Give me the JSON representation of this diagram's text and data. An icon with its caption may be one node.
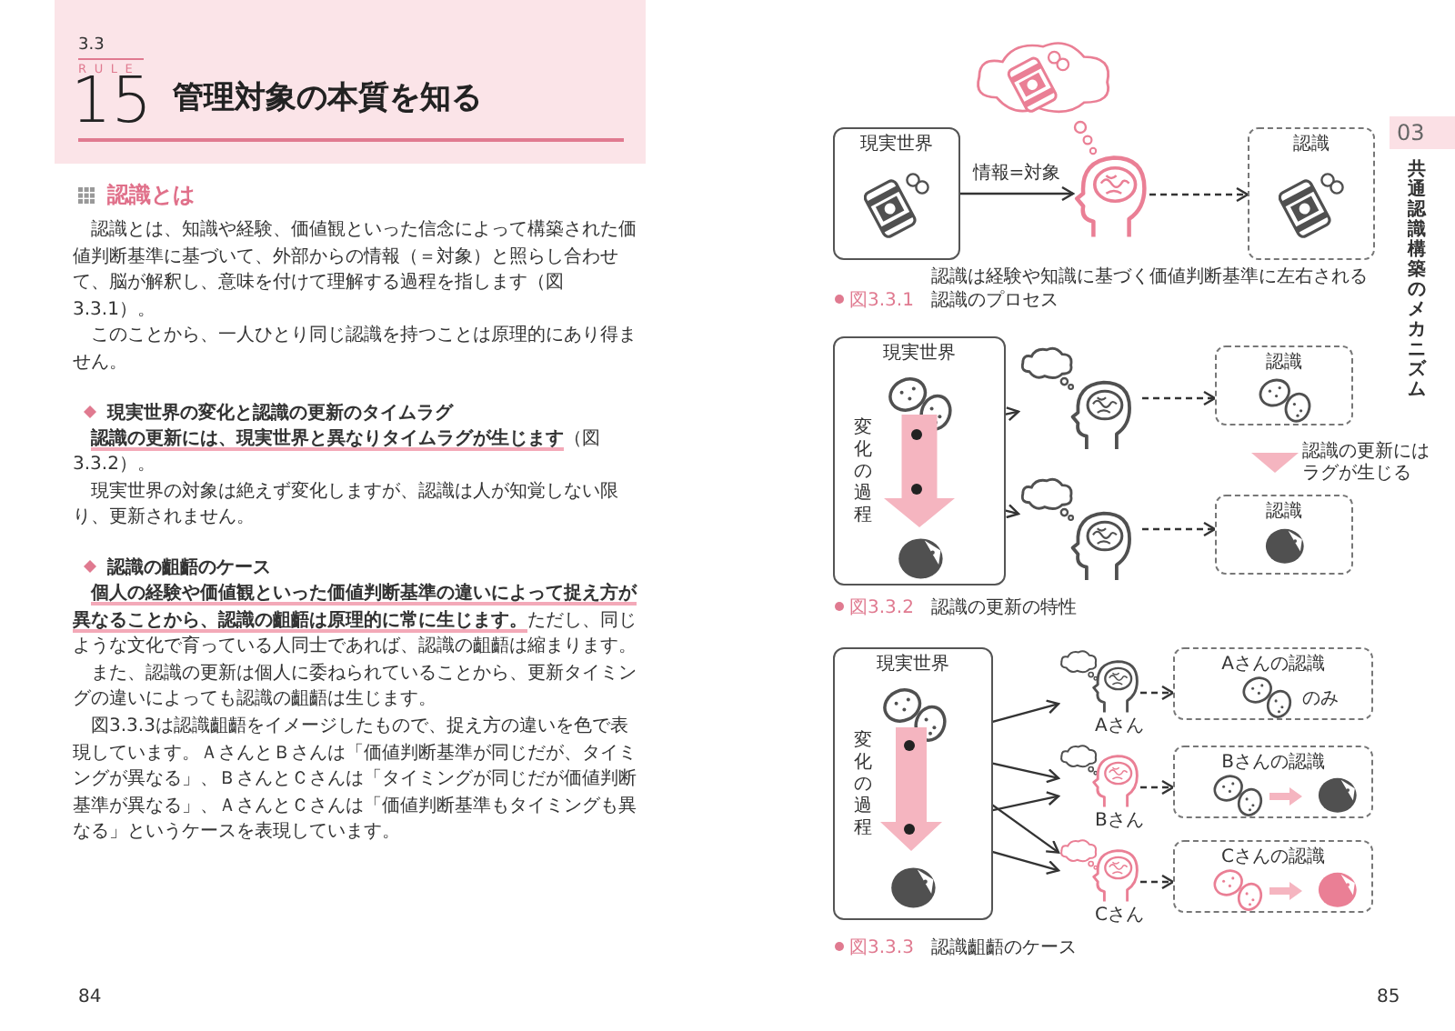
{
  "diagram": {
    "title": "管理対象の本質を知る",
    "nodes": [
      {
        "text": [
          "現実世界"
        ]
      },
      {
        "text": [],
        "shape": "person"
      },
      {
        "text": [
          "認識"
        ]
      },
      {
        "text": [
          "現実世界"
        ]
      },
      {
        "text": [
          "変化の過程"
        ],
        "in": 3
      },
      {
        "text": [],
        "shape": "circle",
        "in": 4
      },
      {
        "text": [],
        "shape": "circle",
        "in": 4
      },
      {
        "text": [],
        "shape": "person"
      },
      {
        "text": [
          "認識"
        ]
      },
      {
        "text": [],
        "shape": "person"
      },
      {
        "text": [
          "認識"
        ]
      },
      {
        "text": [
          "現実世界"
        ]
      },
      {
        "text": [
          "変化の過程"
        ],
        "in": 11
      },
      {
        "text": [],
        "shape": "circle",
        "in": 12
      },
      {
        "text": [],
        "shape": "circle",
        "in": 12
      },
      {
        "text": [
          "Aさん"
        ]
      },
      {
        "text": [
          "Aさんの認識",
          "のみ"
        ]
      },
      {
        "text": [
          "Bさん"
        ]
      },
      {
        "text": [
          "Bさんの認識"
        ]
      },
      {
        "text": [
          "Cさん"
        ]
      },
      {
        "text": [
          "Cさんの認識"
        ]
      }
    ],
    "edges": [
      {
        "from": 0,
        "to": 1,
        "arrow": "to",
        "label": "情報=対象"
      },
      {
        "from": 1,
        "to": 2,
        "arrow": "to",
        "style": "dashed"
      },
      {
        "from": 5,
        "to": 7,
        "arrow": "to"
      },
      {
        "from": 7,
        "to": 8,
        "arrow": "to",
        "style": "dashed"
      },
      {
        "from": 6,
        "to": 9,
        "arrow": "to"
      },
      {
        "from": 9,
        "to": 10,
        "arrow": "to",
        "style": "dashed"
      },
      {
        "from": 13,
        "to": 15,
        "arrow": "to"
      },
      {
        "from": 13,
        "to": 17,
        "arrow": "to"
      },
      {
        "from": 13,
        "to": 19,
        "arrow": "to"
      },
      {
        "from": 14,
        "to": 17,
        "arrow": "to"
      },
      {
        "from": 14,
        "to": 19,
        "arrow": "to"
      },
      {
        "from": 15,
        "to": 16,
        "arrow": "to",
        "style": "dashed"
      },
      {
        "from": 17,
        "to": 18,
        "arrow": "to",
        "style": "dashed"
      },
      {
        "from": 19,
        "to": 20,
        "arrow": "to",
        "style": "dashed"
      }
    ],
    "labels": [
      "3.3",
      "RULE",
      "15",
      "認識とは",
      "認識とは、知識や経験、価値観といった信念によって構築された価値判断基準に基づいて、外部からの情報（＝対象）と照らし合わせて、脳が解釈し、意味を付けて理解する過程を指します（図3.3.1）。",
      "このことから、一人ひとり同じ認識を持つことは原理的にあり得ません。",
      "現実世界の変化と認識の更新のタイムラグ",
      "**認識の更新には、現実世界と異なりタイムラグが生じます**（図3.3.2）。",
      "現実世界の対象は絶えず変化しますが、認識は人が知覚しない限り、更新されません。",
      "認識の齟齬のケース",
      "**個人の経験や価値観といった価値判断基準の違いによって捉え方が異なることから、認識の齟齬は原理的に常に生じます。**ただし、同じような文化で育っている人同士であれば、認識の齟齬は縮まります。",
      "また、認識の更新は個人に委ねられていることから、更新タイミングの違いによっても認識の齟齬は生じます。",
      "図3.3.3は認識齟齬をイメージしたもので、捉え方の違いを色で表現しています。ＡさんとＢさんは「価値判断基準が同じだが、タイミングが異なる」、ＢさんとＣさんは「タイミングが同じだが価値判断基準が異なる」、ＡさんとＣさんは「価値判断基準もタイミングも異なる」というケースを表現しています。",
      "認識は経験や知識に基づく価値判断基準に左右される",
      "図3.3.1",
      "認識のプロセス",
      "認識の更新にはラグが生じる",
      "図3.3.2",
      "認識の更新の特性",
      "図3.3.3",
      "認識齟齬のケース",
      "03",
      "共通認識構築のメカニズム",
      "84",
      "85"
    ]
  }
}
